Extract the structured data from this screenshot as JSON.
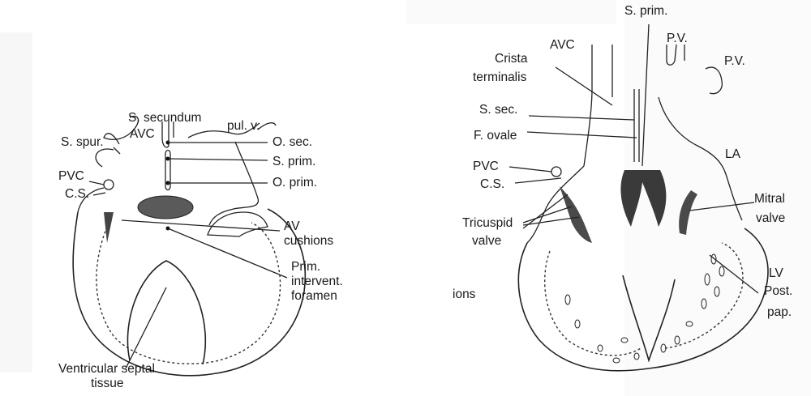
{
  "left_panel": {
    "labels": {
      "s_spur": "S. spur.",
      "s_secundum": "S. secundum",
      "avc": "AVC",
      "pul_v": "pul. v.",
      "o_sec": "O. sec.",
      "s_prim": "S. prim.",
      "o_prim": "O. prim.",
      "pvc": "PVC",
      "cs": "C.S.",
      "av": "AV",
      "cushions": "cushions",
      "prim": "Prim.",
      "intervent": "intervent.",
      "foramen": "foramen",
      "ventricular_septal": "Ventricular septal",
      "tissue": "tissue"
    }
  },
  "right_panel": {
    "labels": {
      "s_prim": "S. prim.",
      "avc": "AVC",
      "pv_top": "P.V.",
      "pv_right": "P.V.",
      "crista": "Crista",
      "terminalis": "terminalis",
      "s_sec": "S. sec.",
      "f_ovale": "F. ovale",
      "pvc": "PVC",
      "cs": "C.S.",
      "la": "LA",
      "mitral": "Mitral",
      "valve_mitral": "valve",
      "tricuspid": "Tricuspid",
      "valve_tricuspid": "valve",
      "lv": "LV",
      "post": "Post.",
      "pap": "pap.",
      "ions": "ions"
    }
  }
}
